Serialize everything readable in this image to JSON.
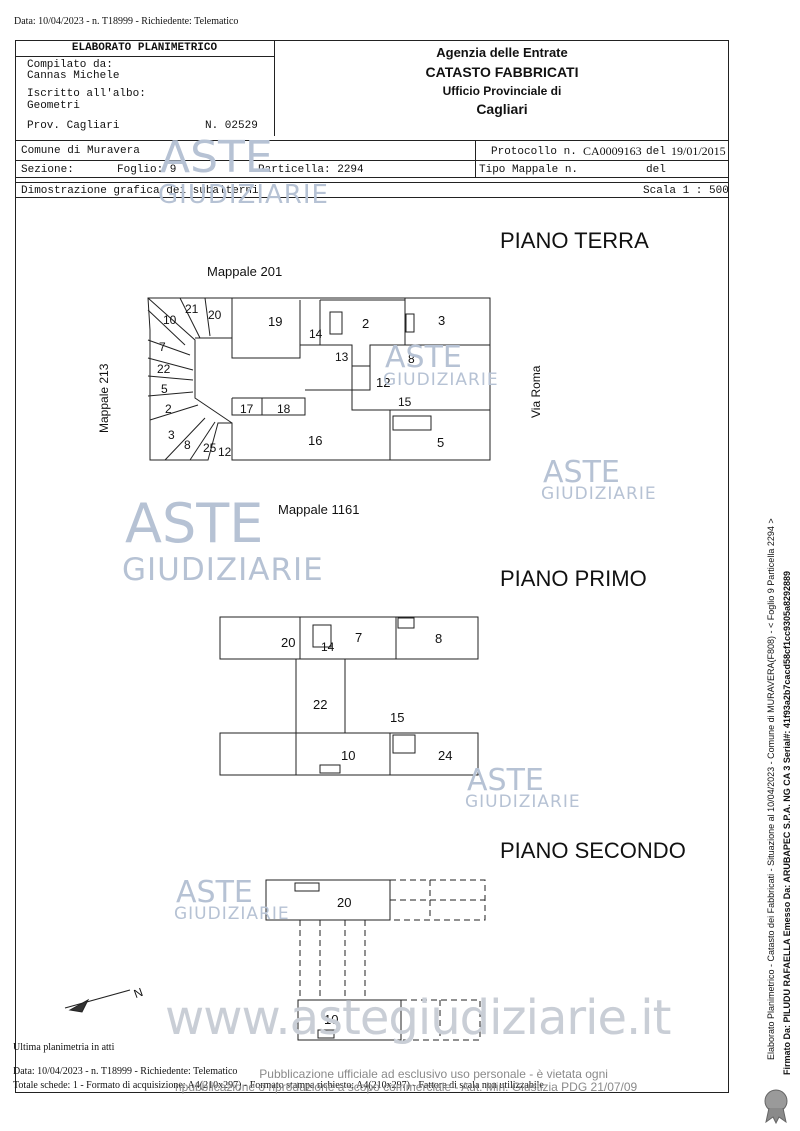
{
  "top_line": "Data: 10/04/2023 - n. T18999 - Richiedente: Telematico",
  "header": {
    "title": "ELABORATO PLANIMETRICO",
    "compilato_label": "Compilato da:",
    "compilato_name": "Cannas Michele",
    "iscritto_label": "Iscritto all'albo:",
    "iscritto_value": "Geometri",
    "prov": "Prov. Cagliari",
    "numero": "N. 02529",
    "agency": "Agenzia delle Entrate",
    "catasto": "CATASTO FABBRICATI",
    "ufficio": "Ufficio Provinciale di",
    "city": "Cagliari"
  },
  "info": {
    "comune": "Comune di Muravera",
    "sezione": "Sezione:",
    "foglio": "Foglio: 9",
    "particella": "Particella: 2294",
    "protocollo_label": "Protocollo n.",
    "protocollo_value": "CA0009163",
    "del1": "del",
    "protocollo_date": "19/01/2015",
    "tipo_mappale": "Tipo Mappale n.",
    "del2": "del",
    "dimostrazione": "Dimostrazione grafica dei subalterni",
    "scala": "Scala 1 : 500"
  },
  "floors": {
    "terra": "PIANO TERRA",
    "primo": "PIANO PRIMO",
    "secondo": "PIANO SECONDO"
  },
  "neighbors": {
    "m201": "Mappale 201",
    "m213": "Mappale 213",
    "m1161": "Mappale 1161",
    "via_roma": "Via Roma"
  },
  "terra_rooms": [
    "10",
    "21",
    "20",
    "19",
    "14",
    "2",
    "3",
    "7",
    "22",
    "5",
    "2",
    "3",
    "8",
    "25",
    "13",
    "8",
    "12",
    "17",
    "18",
    "15",
    "16",
    "5",
    "12"
  ],
  "primo_rooms": [
    "20",
    "7",
    "8",
    "14",
    "22",
    "15",
    "10",
    "24"
  ],
  "secondo_rooms": [
    "20",
    "10"
  ],
  "north": "N",
  "watermark": {
    "aste": "ASTE",
    "giudiziarie": "GIUDIZIARIE",
    "site": "www.astegiudiziarie.it"
  },
  "footer": {
    "ultima": "Ultima planimetria in atti",
    "data_line": "Data: 10/04/2023 - n. T18999 - Richiedente: Telematico",
    "totale": "Totale schede: 1 - Formato di acquisizione: A4(210x297) - Formato stampa richiesto: A4(210x297) - Fattore di scala non utilizzabile",
    "pub1": "Pubblicazione ufficiale ad esclusivo uso personale - è vietata ogni",
    "pub2": "ripubblicazione o riproduzione a scopo commerciale - Aut. Min. Giustizia PDG 21/07/09"
  },
  "side": {
    "line1": "Elaborato Planimetrico - Catasto dei Fabbricati - Situazione al 10/04/2023 - Comune di MURAVERA(F808) - < Foglio 9 Particella 2294 >",
    "line2": "Firmato Da: PILUDU RAFAELLA Emesso Da: ARUBAPEC S.P.A. NG CA 3 Serial#: 41f93a2b7cacd58cf1cc9305a8292889"
  }
}
